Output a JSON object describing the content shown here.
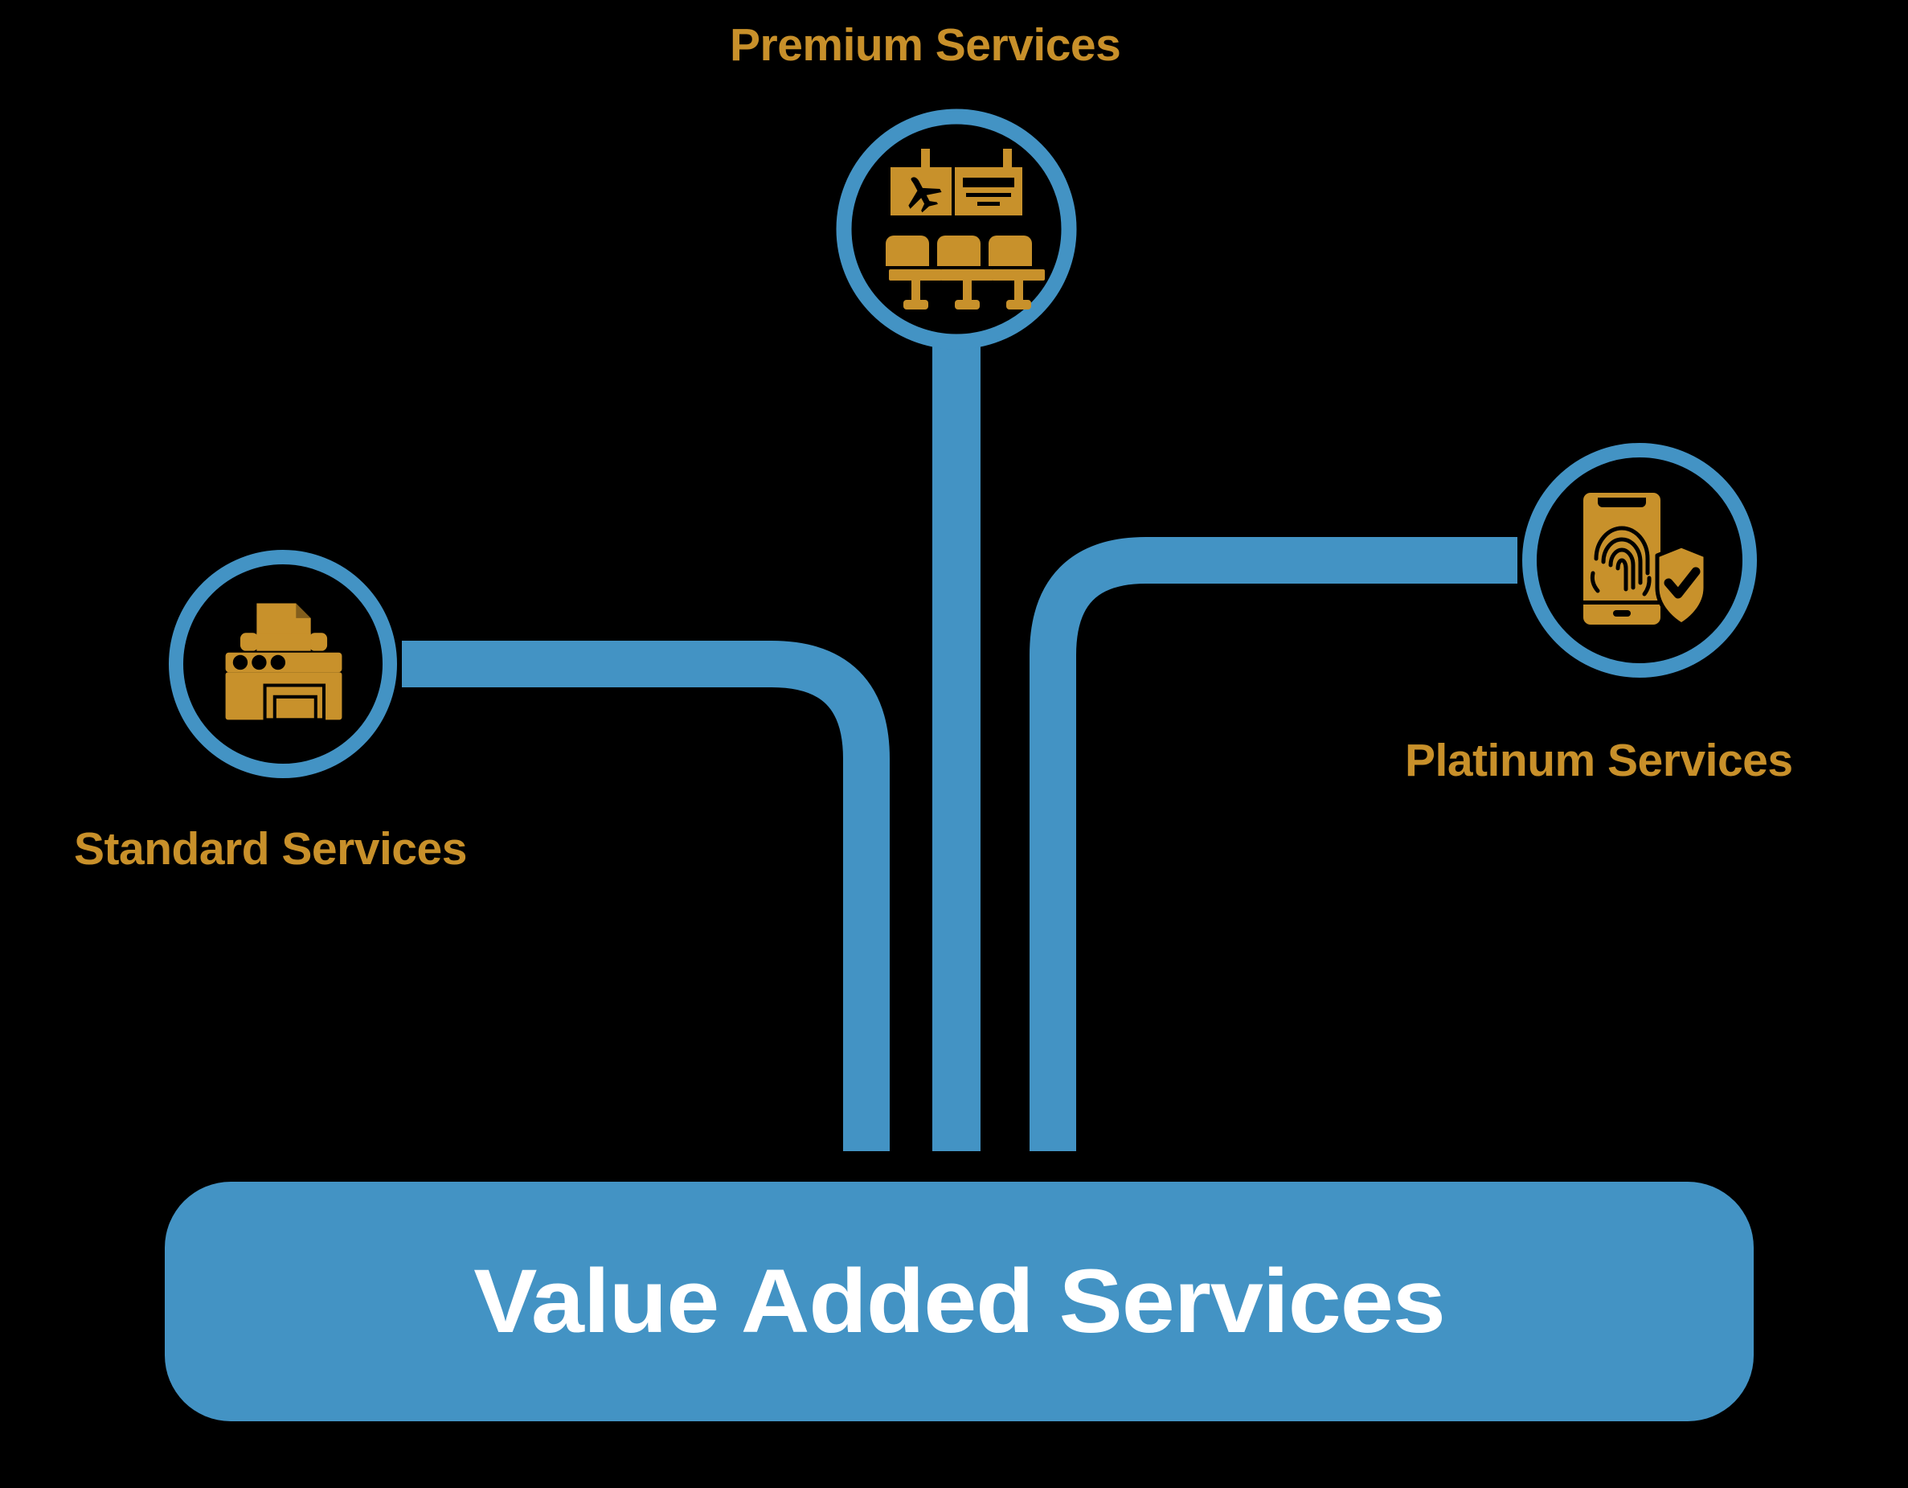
{
  "diagram": {
    "type": "tree-branch-diagram",
    "title": "Value Added Services",
    "background_color": "#000000",
    "accent_colors": {
      "pipe_blue": "#4393C4",
      "label_gold": "#C8902A",
      "icon_gold": "#C8912B",
      "base_text": "#FFFFFF"
    },
    "base": {
      "label": "Value Added Services",
      "fill": "#4393C4",
      "text_color": "#FFFFFF"
    },
    "branches": [
      {
        "id": "standard",
        "label": "Standard Services",
        "icon": "printer-icon",
        "icon_description": "printer with document sheet",
        "position": "left",
        "label_color": "#C8902A"
      },
      {
        "id": "premium",
        "label": "Premium Services",
        "icon": "airport-lounge-icon",
        "icon_description": "flight information display board with airplane and lounge seats",
        "position": "center",
        "label_color": "#C8902A"
      },
      {
        "id": "platinum",
        "label": "Platinum Services",
        "icon": "mobile-fingerprint-shield-icon",
        "icon_description": "smartphone with fingerprint scan and shield checkmark",
        "position": "right",
        "label_color": "#C8902A"
      }
    ]
  }
}
